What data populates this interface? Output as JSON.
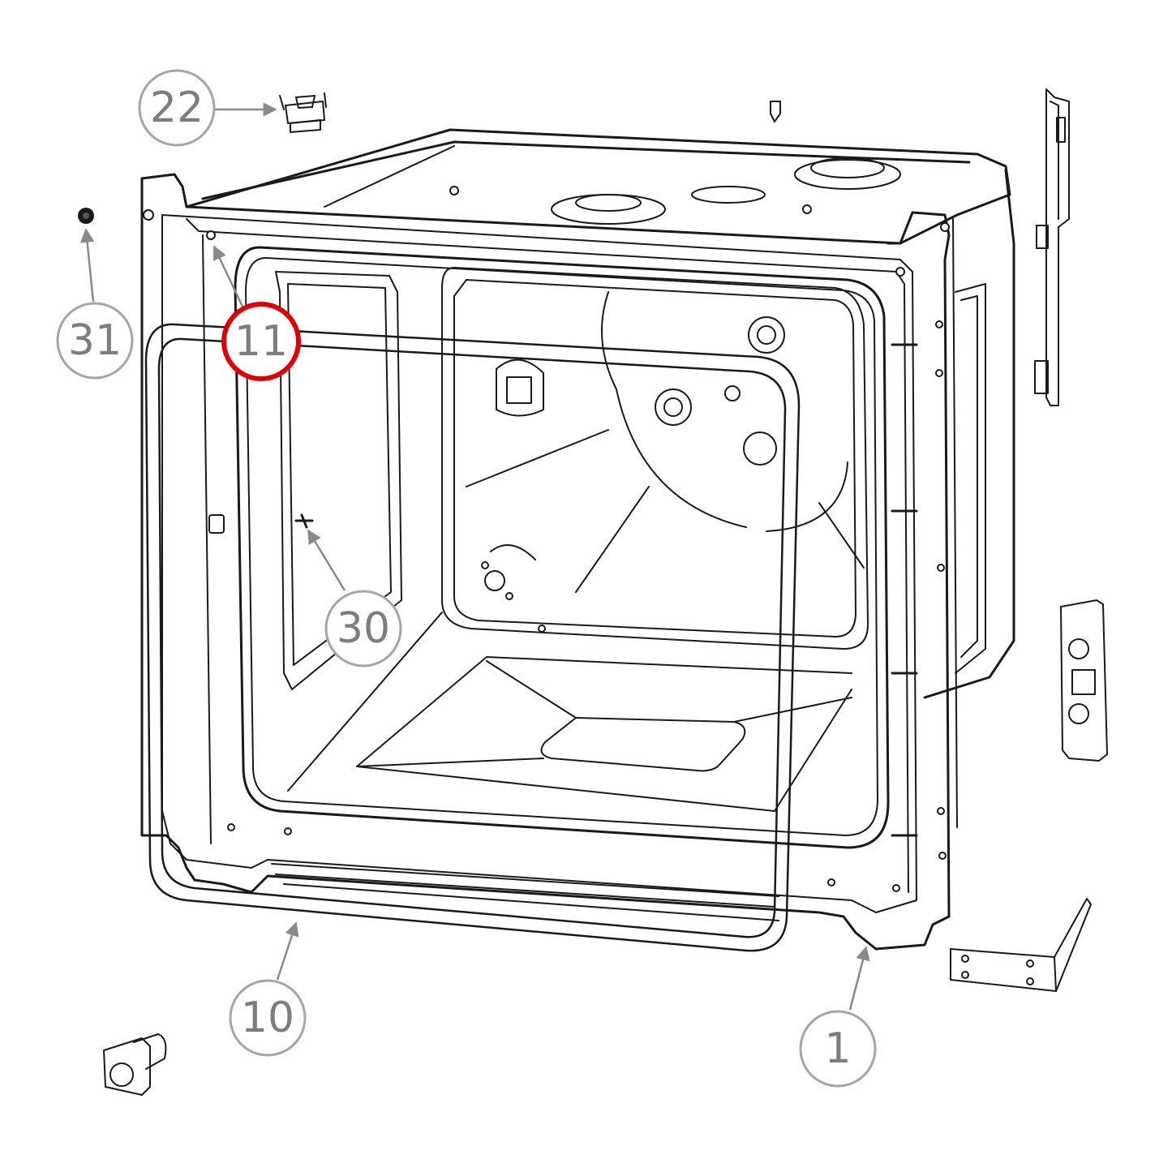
{
  "diagram": {
    "type": "exploded-parts-diagram",
    "callouts": [
      {
        "id": "22",
        "label": "22",
        "highlighted": false
      },
      {
        "id": "31",
        "label": "31",
        "highlighted": false
      },
      {
        "id": "11",
        "label": "11",
        "highlighted": true
      },
      {
        "id": "30",
        "label": "30",
        "highlighted": false
      },
      {
        "id": "10",
        "label": "10",
        "highlighted": false
      },
      {
        "id": "1",
        "label": "1",
        "highlighted": false
      }
    ],
    "colors": {
      "line": "#1a1a1a",
      "callout_border": "#a6a6a6",
      "callout_text": "#7d7d7d",
      "highlight": "#e00000",
      "background": "#ffffff"
    }
  }
}
